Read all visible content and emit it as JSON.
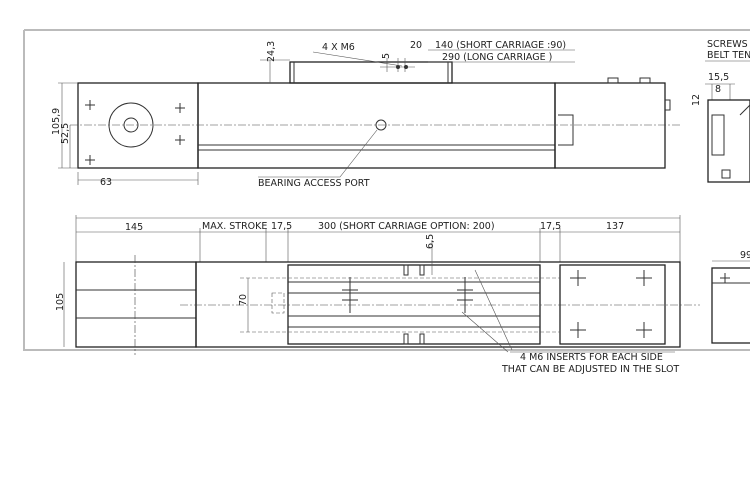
{
  "top_view": {
    "dim_height_carriage": "24,3",
    "insert_label": "4 X M6",
    "dim_5": "5",
    "dim_20": "20",
    "carriage_short": "140 (SHORT CARRIAGE :90)",
    "carriage_long": "290 (LONG CARRIAGE )",
    "dim_105_9": "105,9",
    "dim_52_5": "52,5",
    "dim_63": "63",
    "bearing_port": "BEARING ACCESS PORT"
  },
  "side_view": {
    "screws_label": "SCREWS",
    "belt_label": "BELT TENS",
    "dim_15_5": "15,5",
    "dim_8": "8",
    "dim_12": "12",
    "dim_99": "99"
  },
  "plan_view": {
    "dim_145": "145",
    "max_stroke": "MAX. STROKE",
    "dim_17_5_left": "17,5",
    "carriage_length": "300 (SHORT CARRIAGE OPTION: 200)",
    "dim_17_5_right": "17,5",
    "dim_137": "137",
    "dim_6_5": "6,5",
    "dim_70": "70",
    "dim_105": "105",
    "note_line1": "4 M6 INSERTS FOR EACH SIDE",
    "note_line2": "THAT CAN BE ADJUSTED IN THE SLOT"
  }
}
